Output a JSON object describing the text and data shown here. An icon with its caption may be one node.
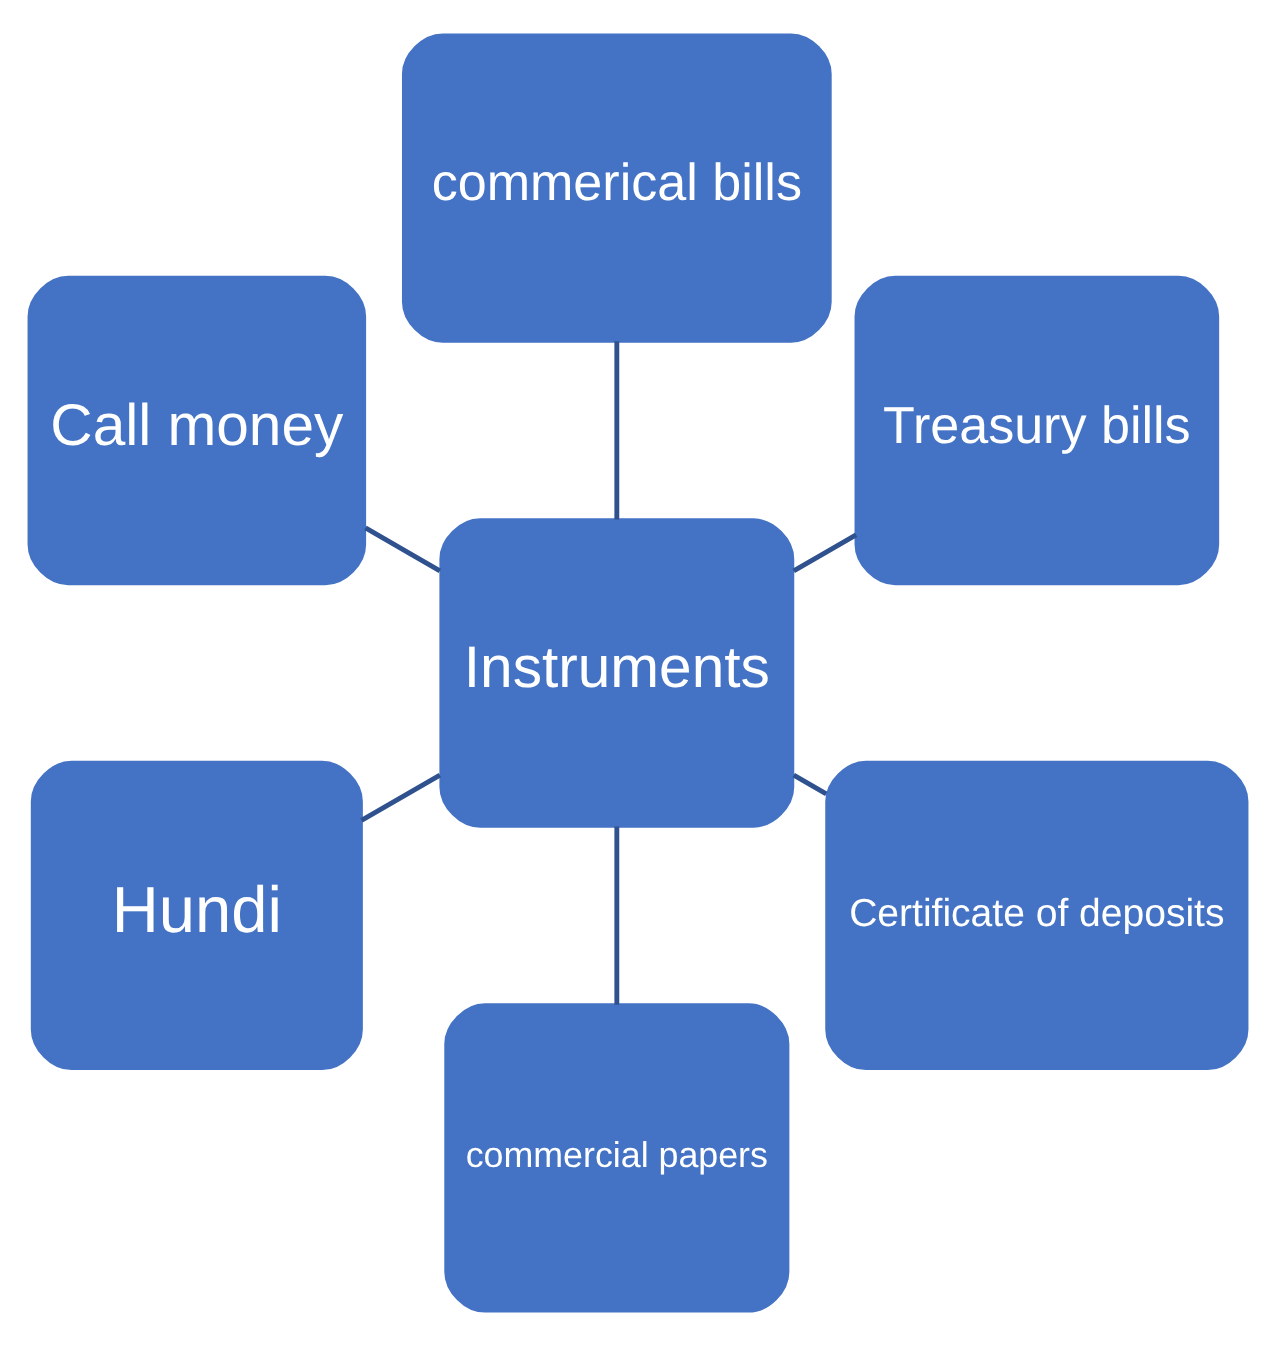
{
  "diagram": {
    "nodes": [
      {
        "text": [
          "Treasury bills"
        ]
      },
      {
        "text": [
          "commerical bills"
        ]
      },
      {
        "text": [
          "Call money"
        ]
      },
      {
        "text": [
          "Instruments"
        ]
      },
      {
        "text": [
          "Hundi"
        ]
      },
      {
        "text": [
          "commercial papers"
        ]
      },
      {
        "text": [
          "Certificate of deposits"
        ]
      }
    ],
    "edges": [
      {
        "from": 3,
        "to": 0,
        "arrow": "none"
      },
      {
        "from": 3,
        "to": 1,
        "arrow": "none"
      },
      {
        "from": 3,
        "to": 2,
        "arrow": "none"
      },
      {
        "from": 3,
        "to": 4,
        "arrow": "none"
      },
      {
        "from": 3,
        "to": 5,
        "arrow": "none"
      },
      {
        "from": 3,
        "to": 6,
        "arrow": "none"
      }
    ]
  }
}
